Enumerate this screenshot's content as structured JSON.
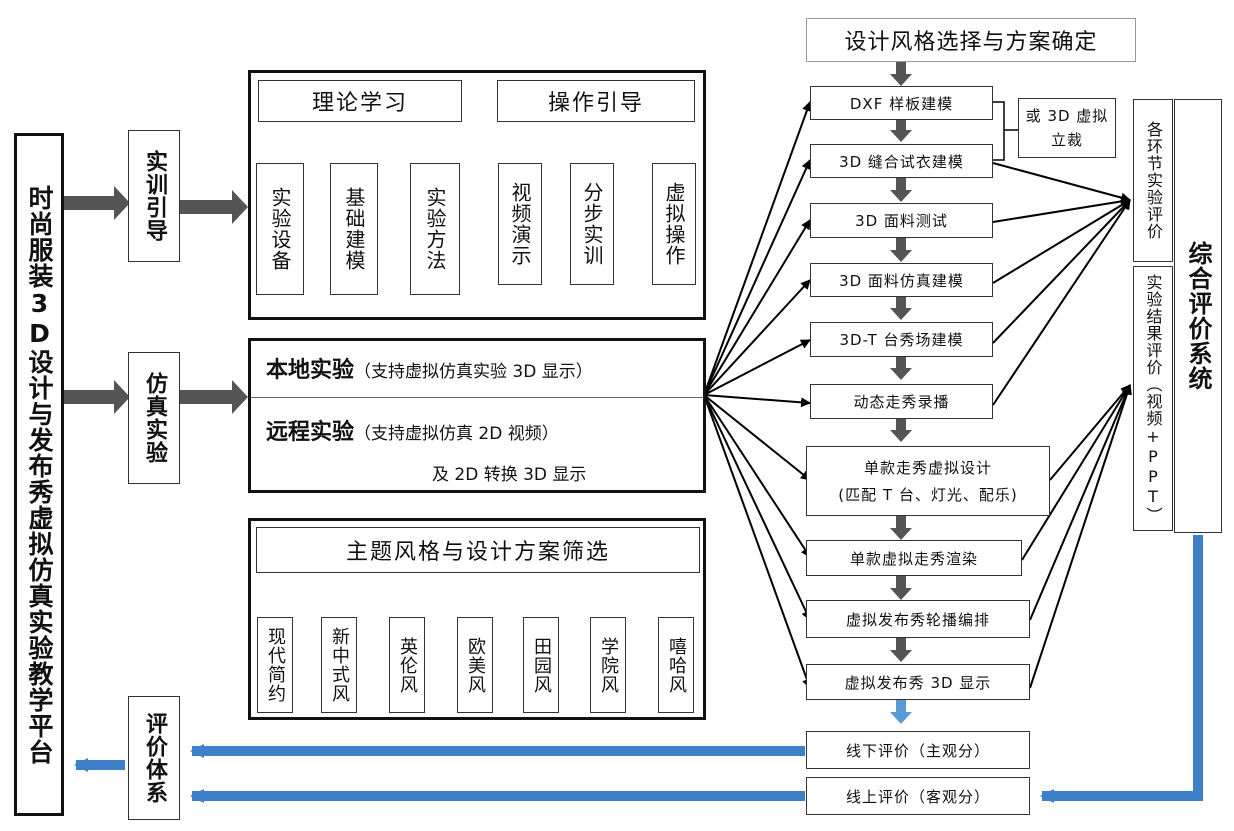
{
  "platform": {
    "title": "时尚服装3D设计与发布秀虚拟仿真实验教学平台"
  },
  "modules": {
    "training": "实训引导",
    "simulation": "仿真实验",
    "evaluation": "评价体系"
  },
  "training_panel": {
    "group1": {
      "title": "理论学习",
      "items": [
        "实验设备",
        "基础建模",
        "实验方法"
      ]
    },
    "group2": {
      "title": "操作引导",
      "items": [
        "视频演示",
        "分步实训",
        "虚拟操作"
      ]
    }
  },
  "sim_panel": {
    "local_title": "本地实验",
    "local_desc": "（支持虚拟仿真实验 3D 显示）",
    "remote_title": "远程实验",
    "remote_desc": "（支持虚拟仿真 2D 视频）",
    "remote_desc2": "及 2D 转换 3D 显示"
  },
  "theme_panel": {
    "title": "主题风格与设计方案筛选",
    "items": [
      "现代简约",
      "新中式风",
      "英伦风",
      "欧美风",
      "田园风",
      "学院风",
      "嘻哈风"
    ]
  },
  "process": {
    "top": "设计风格选择与方案确定",
    "steps": [
      "DXF 样板建模",
      "3D 缝合试衣建模",
      "3D 面料测试",
      "3D 面料仿真建模",
      "3D-T 台秀场建模",
      "动态走秀录播",
      "单款走秀虚拟设计",
      "单款虚拟走秀渲染",
      "虚拟发布秀轮播编排",
      "虚拟发布秀 3D 显示"
    ],
    "step7_line2": "(匹配 T 台、灯光、配乐)",
    "alt": "或 3D 虚拟立裁"
  },
  "evaluation": {
    "offline": "线下评价（主观分）",
    "online": "线上评价（客观分）"
  },
  "comprehensive": {
    "title": "综合评价系统",
    "stage_eval": "各环节实验评价",
    "result_eval": "实验结果评价（视频+PPT）"
  }
}
